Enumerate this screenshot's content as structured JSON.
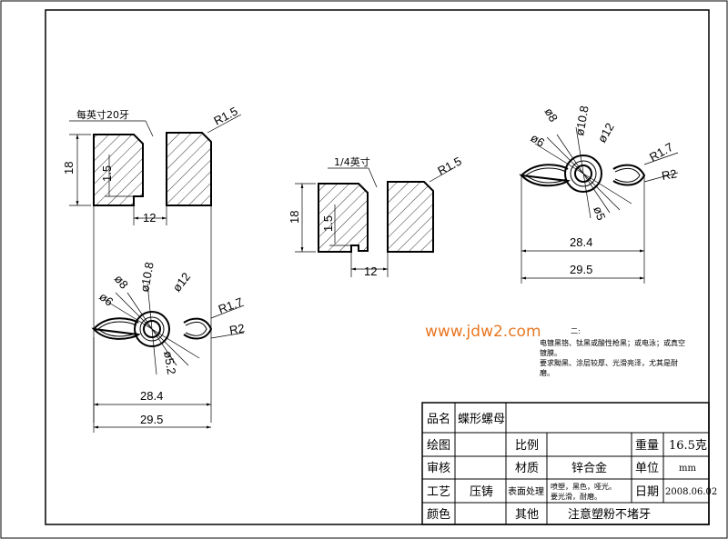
{
  "views": {
    "left_section": {
      "thread_label": "每英寸20牙",
      "radius": "R1.5",
      "height": "18",
      "inner_height": "1.5",
      "width": "12"
    },
    "left_plan": {
      "d_outer": "ø10.8",
      "d_8": "ø8",
      "d_6": "ø6",
      "d_12": "ø12",
      "d_52": "ø5.2",
      "r17": "R1.7",
      "r2": "R2",
      "span_inner": "28.4",
      "span_outer": "29.5"
    },
    "mid_section": {
      "thread_label": "1/4英寸",
      "radius": "R1.5",
      "height": "18",
      "inner_height": "1.5",
      "width": "12"
    },
    "right_plan": {
      "d_8": "ø8",
      "d_108": "ø10.8",
      "d_6": "ø6",
      "d_12": "ø12",
      "d_5": "ø5",
      "r17": "R1.7",
      "r2": "R2",
      "span_inner": "28.4",
      "span_outer": "29.5"
    }
  },
  "watermark": "www.jdw2.com",
  "notes": {
    "line1": "二:",
    "line2": "电镀黑铬、钛黑或酸性枪黑；或电泳；或真空",
    "line3": "镀膜。",
    "line4": "要求黝黑、涂层较厚、光滑亮泽，尤其是耐",
    "line5": "磨。"
  },
  "title_block": {
    "product_name_label": "品名",
    "product_name": "蝶形螺母",
    "drawn_label": "绘图",
    "scale_label": "比例",
    "weight_label": "重量",
    "weight_value": "16.5克",
    "review_label": "审核",
    "material_label": "材质",
    "material_value": "锌合金",
    "unit_label": "单位",
    "unit_value": "mm",
    "process_label": "工艺",
    "process_value": "压铸",
    "surface_label": "表面处理",
    "surface_value_1": "喷塑，黑色，哑光。",
    "surface_value_2": "要光滑，耐磨。",
    "date_label": "日期",
    "date_value": "2008.06.02",
    "color_label": "颜色",
    "other_label": "其他",
    "other_value": "注意塑粉不堵牙"
  }
}
